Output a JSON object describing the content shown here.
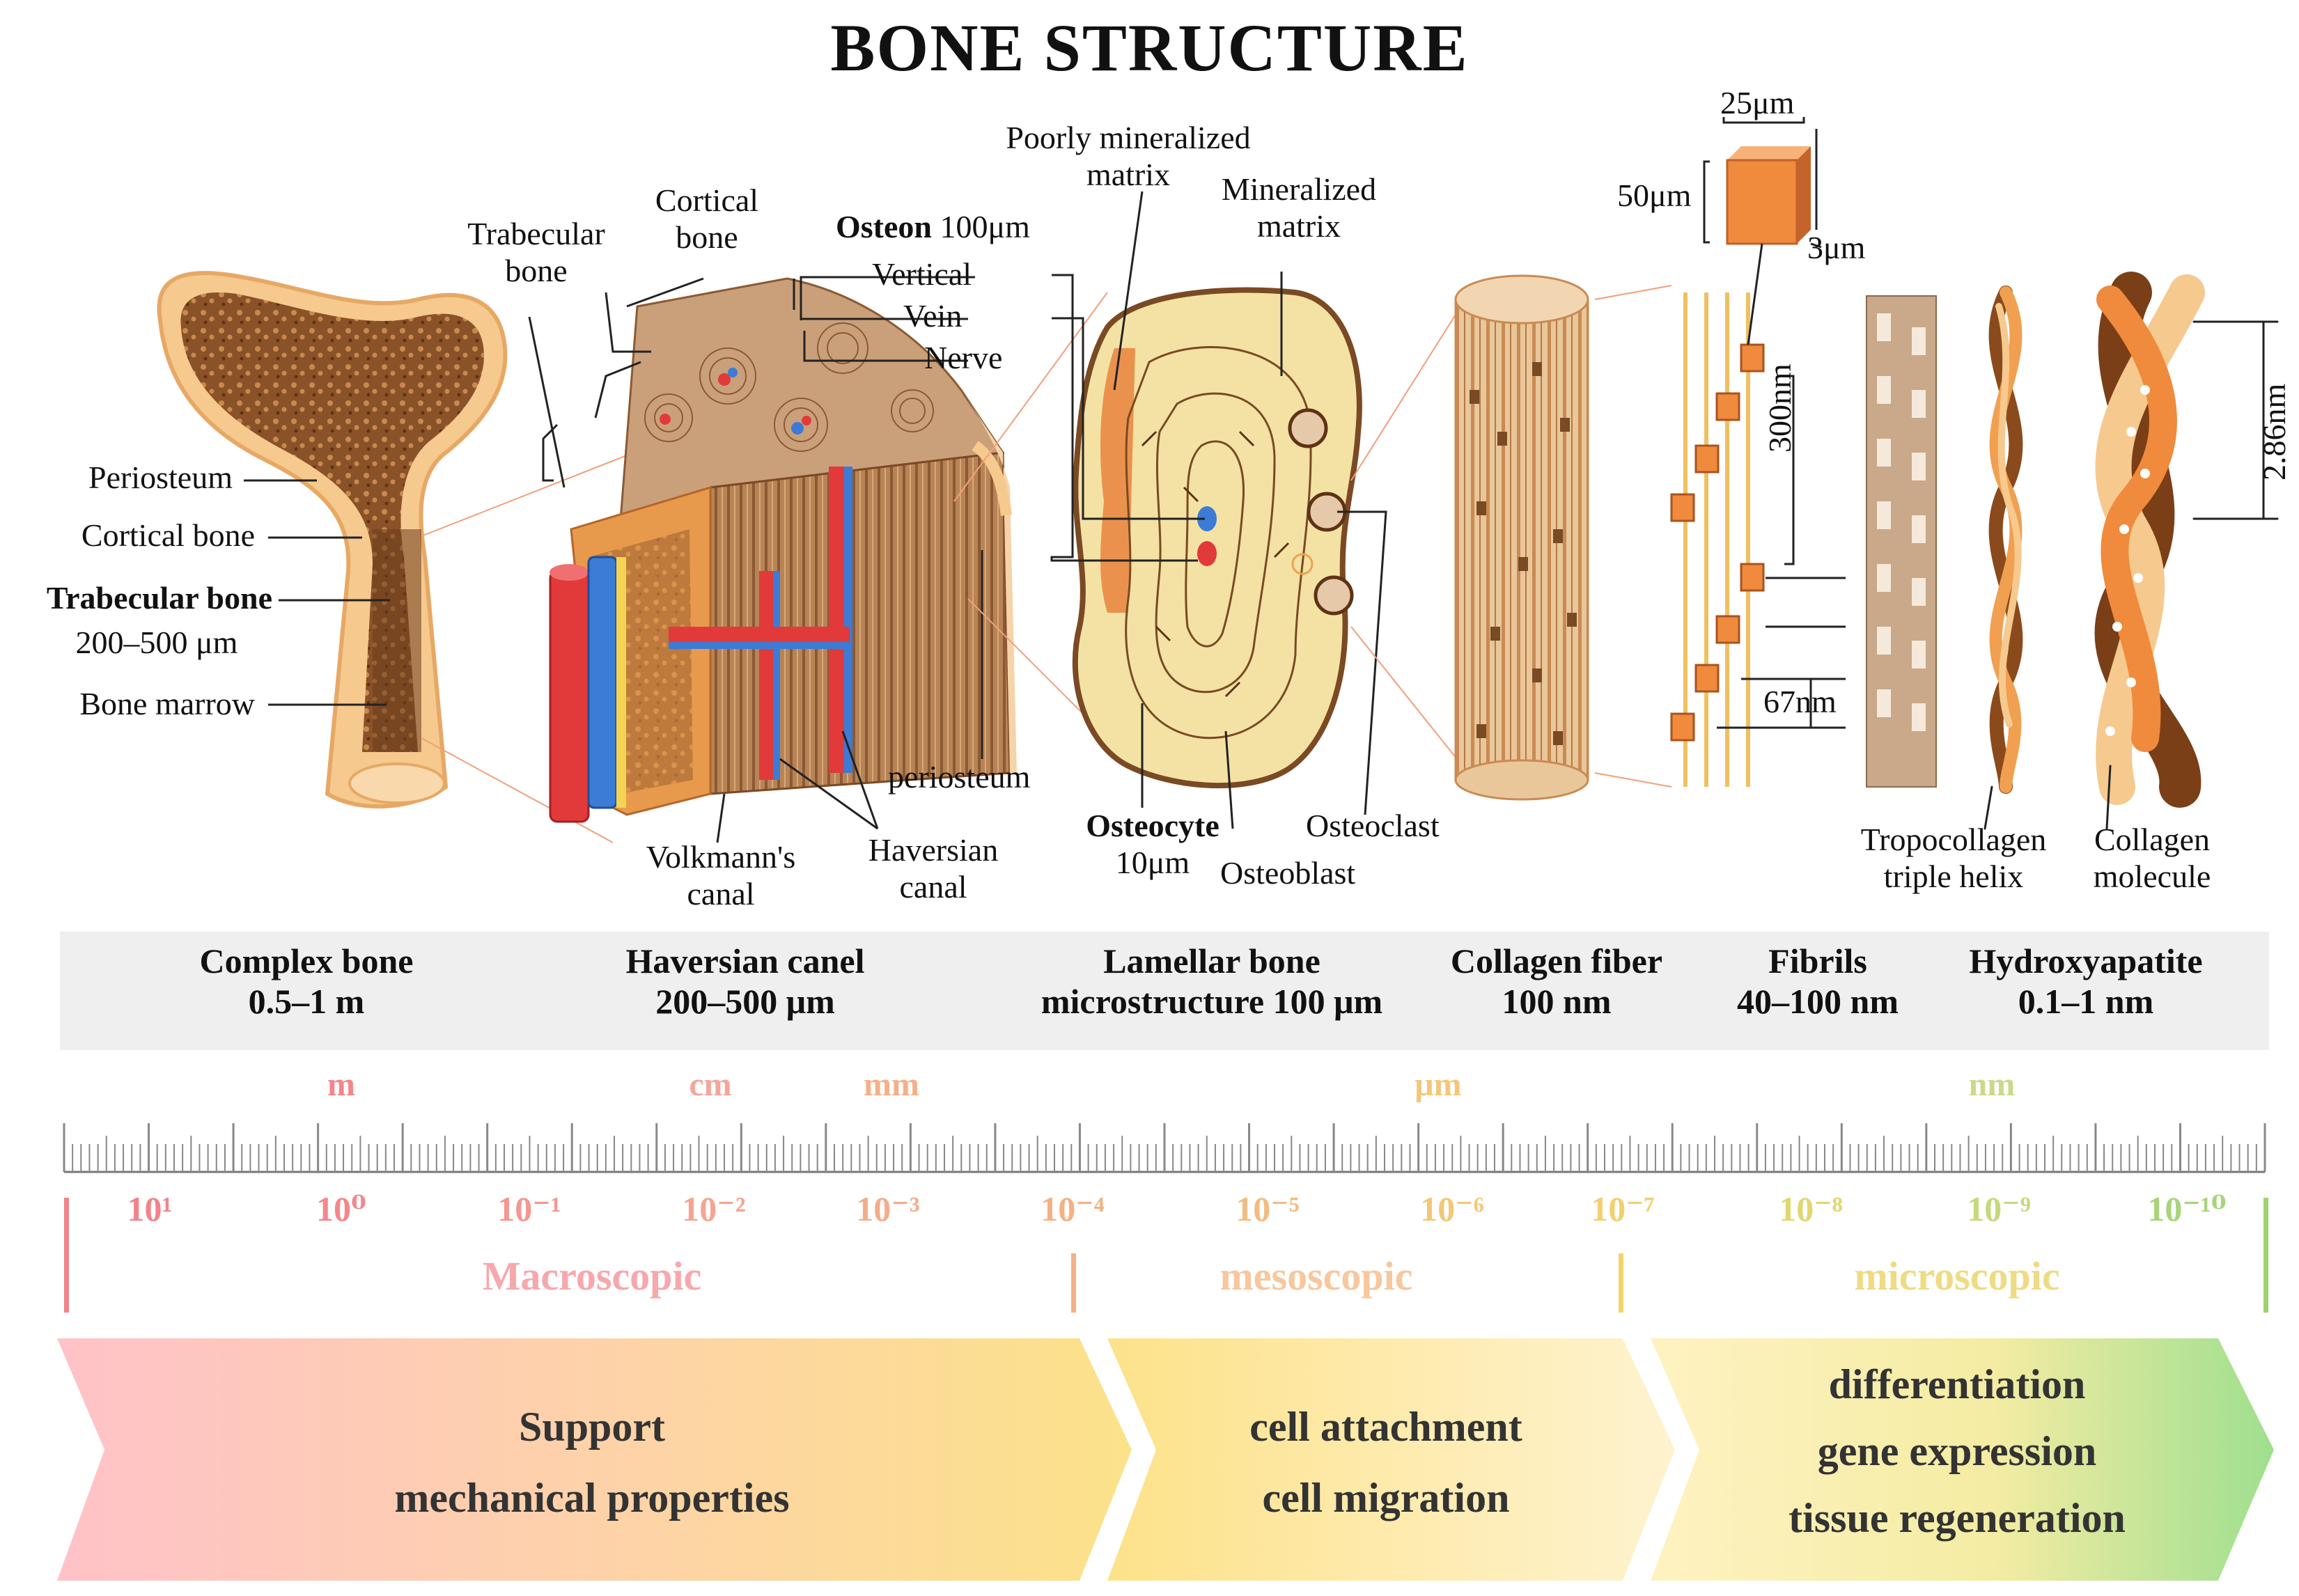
{
  "title": "BONE STRUCTURE",
  "labels": {
    "periosteum": "Periosteum",
    "cortical_bone": "Cortical bone",
    "trabecular_bone": "Trabecular bone",
    "trabecular_size": "200–500 μm",
    "bone_marrow": "Bone marrow",
    "trabecular_bone_2_l1": "Trabecular",
    "trabecular_bone_2_l2": "bone",
    "cortical_bone_2_l1": "Cortical",
    "cortical_bone_2_l2": "bone",
    "osteon": "Osteon",
    "osteon_size": "100μm",
    "vertical": "Vertical",
    "vein": "Vein",
    "nerve": "Nerve",
    "volkmanns_l1": "Volkmann's",
    "volkmanns_l2": "canal",
    "haversian_l1": "Haversian",
    "haversian_l2": "canal",
    "periosteum_2": "periosteum",
    "poorly_l1": "Poorly mineralized",
    "poorly_l2": "matrix",
    "mineralized_l1": "Mineralized",
    "mineralized_l2": "matrix",
    "osteocyte": "Osteocyte",
    "osteocyte_size": "10μm",
    "osteoblast": "Osteoblast",
    "osteoclast": "Osteoclast",
    "dim_25": "25μm",
    "dim_50": "50μm",
    "dim_3": "3μm",
    "dim_300": "300nm",
    "dim_67": "67nm",
    "dim_286": "2.86nm",
    "tropo_l1": "Tropocollagen",
    "tropo_l2": "triple helix",
    "collagen_l1": "Collagen",
    "collagen_l2": "molecule"
  },
  "scale_headers": [
    {
      "name": "Complex bone",
      "size": "0.5–1 m"
    },
    {
      "name": "Haversian canel",
      "size": "200–500 μm"
    },
    {
      "name": "Lamellar bone",
      "size": "microstructure 100 μm"
    },
    {
      "name": "Collagen fiber",
      "size": "100 nm"
    },
    {
      "name": "Fibrils",
      "size": "40–100 nm"
    },
    {
      "name": "Hydroxyapatite",
      "size": "0.1–1 nm"
    }
  ],
  "units": [
    "m",
    "cm",
    "mm",
    "μm",
    "nm"
  ],
  "powers": [
    "10¹",
    "10⁰",
    "10⁻¹",
    "10⁻²",
    "10⁻³",
    "10⁻⁴",
    "10⁻⁵",
    "10⁻⁶",
    "10⁻⁷",
    "10⁻⁸",
    "10⁻⁹",
    "10⁻¹⁰"
  ],
  "zones": [
    "Macroscopic",
    "mesoscopic",
    "microscopic"
  ],
  "functions": {
    "macro_l1": "Support",
    "macro_l2": "mechanical properties",
    "meso_l1": "cell attachment",
    "meso_l2": "cell migration",
    "micro_l1": "differentiation",
    "micro_l2": "gene expression",
    "micro_l3": "tissue regeneration"
  },
  "colors": {
    "bone_dark": "#7a4a24",
    "bone_light": "#f6c98e",
    "artery": "#e23a3a",
    "vein": "#3c7bd6",
    "osteon_fill": "#f3e2a4",
    "fiber": "#e9c79a",
    "apatite": "#f08a3c",
    "macro": "#f2838b",
    "meso": "#f4b183",
    "micro": "#e6d26a",
    "nano": "#9fd16f"
  }
}
